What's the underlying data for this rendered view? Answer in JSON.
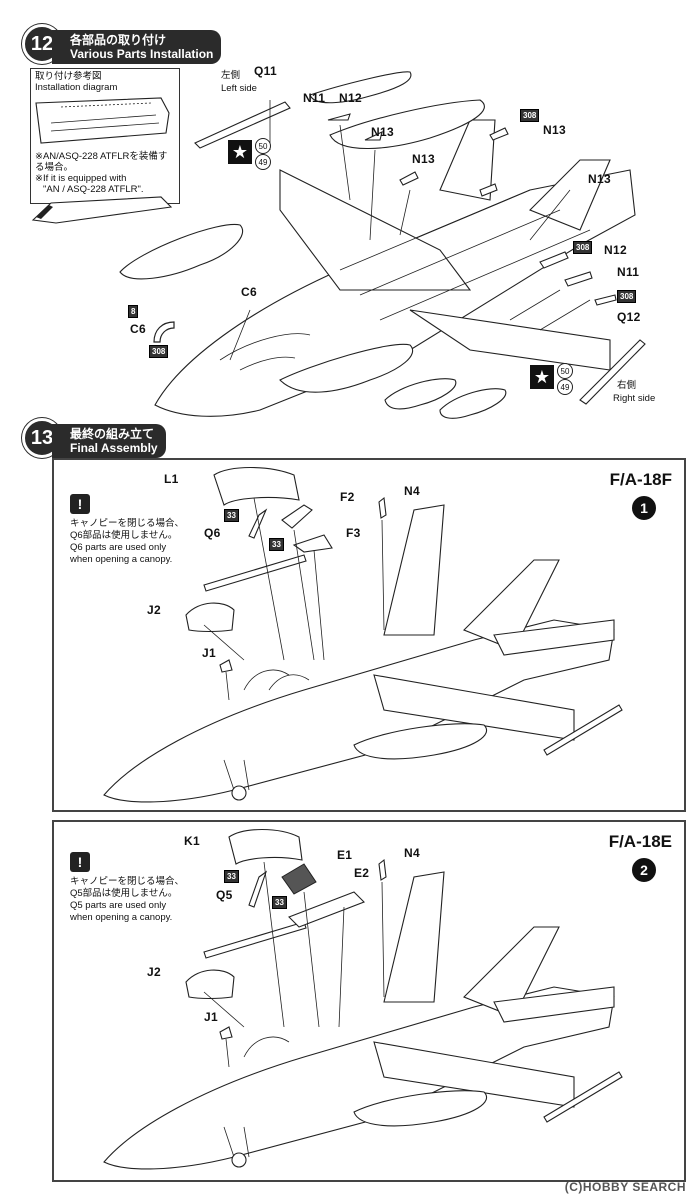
{
  "step12": {
    "number": "12",
    "title_jp": "各部品の取り付け",
    "title_en": "Various Parts Installation",
    "inset": {
      "title_jp": "取り付け参考図",
      "title_en": "Installation diagram",
      "note_jp": "※AN/ASQ-228 ATFLRを装備する場合。",
      "note_en_1": "※If it is equipped with",
      "note_en_2": "\"AN / ASQ-228 ATFLR\"."
    },
    "left_side_jp": "左側",
    "left_side_en": "Left side",
    "right_side_jp": "右側",
    "right_side_en": "Right side",
    "labels": {
      "q11": "Q11",
      "n11_top": "N11",
      "n12_top": "N12",
      "n13_a": "N13",
      "n13_b": "N13",
      "n13_c": "N13",
      "n13_d": "N13",
      "n12_right": "N12",
      "n11_right": "N11",
      "q12": "Q12",
      "c6_a": "C6",
      "c6_b": "C6",
      "part8": "8"
    },
    "tags": {
      "t308_a": "308",
      "t308_b": "308",
      "t308_c": "308",
      "t308_d": "308"
    },
    "circles": {
      "c50_l": "50",
      "c49_l": "49",
      "c50_r": "50",
      "c49_r": "49"
    }
  },
  "step13": {
    "number": "13",
    "title_jp": "最終の組み立て",
    "title_en": "Final Assembly",
    "panelF": {
      "model": "F/A-18F",
      "variant_num": "1",
      "note_jp_1": "キャノピーを閉じる場合、",
      "note_jp_2": "Q6部品は使用しません。",
      "note_en_1": "Q6 parts are used only",
      "note_en_2": "when opening a canopy.",
      "labels": {
        "canopy": "L1",
        "f2": "F2",
        "f3": "F3",
        "q6": "Q6",
        "n4": "N4",
        "j2": "J2",
        "j1": "J1"
      },
      "tags": {
        "t33_a": "33",
        "t33_b": "33"
      }
    },
    "panelE": {
      "model": "F/A-18E",
      "variant_num": "2",
      "note_jp_1": "キャノピーを閉じる場合、",
      "note_jp_2": "Q5部品は使用しません。",
      "note_en_1": "Q5 parts are used only",
      "note_en_2": "when opening a canopy.",
      "labels": {
        "canopy": "K1",
        "e1": "E1",
        "e2": "E2",
        "q5": "Q5",
        "n4": "N4",
        "j2": "J2",
        "j1": "J1"
      },
      "tags": {
        "t33_a": "33",
        "t33_b": "33"
      }
    }
  },
  "watermark": "(C)HOBBY SEARCH"
}
